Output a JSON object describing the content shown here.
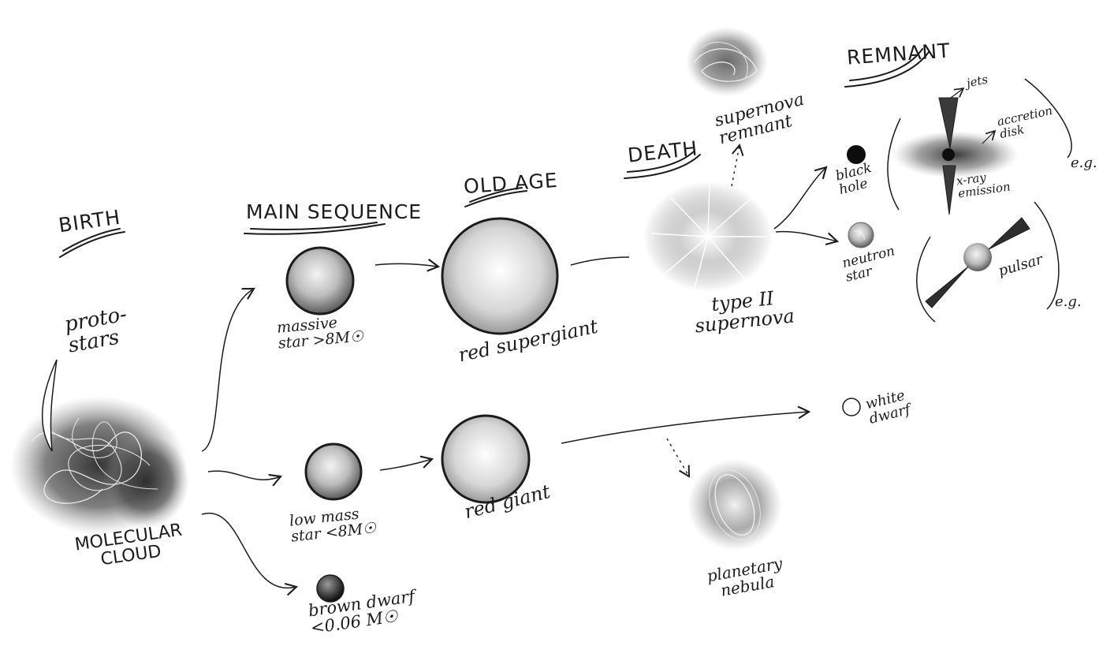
{
  "stages": {
    "birth": "BIRTH",
    "main_sequence": "MAIN SEQUENCE",
    "old_age": "OLD AGE",
    "death": "DEATH",
    "remnant": "REMNANT"
  },
  "labels": {
    "protostars": "proto-\nstars",
    "molecular_cloud": "MOLECULAR\nCLOUD",
    "massive_star": "massive\nstar >8M☉",
    "low_mass_star": "low mass\nstar <8M☉",
    "brown_dwarf": "brown dwarf\n<0.06 M☉",
    "red_supergiant": "red supergiant",
    "red_giant": "red giant",
    "supernova": "type II\nsupernova",
    "supernova_remnant": "supernova\nremnant",
    "black_hole": "black\nhole",
    "neutron_star": "neutron\nstar",
    "white_dwarf": "white\ndwarf",
    "planetary_nebula": "planetary\nnebula",
    "jets": "jets",
    "accretion_disk": "accretion\ndisk",
    "xray_emission": "x-ray\nemission",
    "pulsar": "pulsar",
    "eg_1": "e.g.",
    "eg_2": "e.g."
  }
}
